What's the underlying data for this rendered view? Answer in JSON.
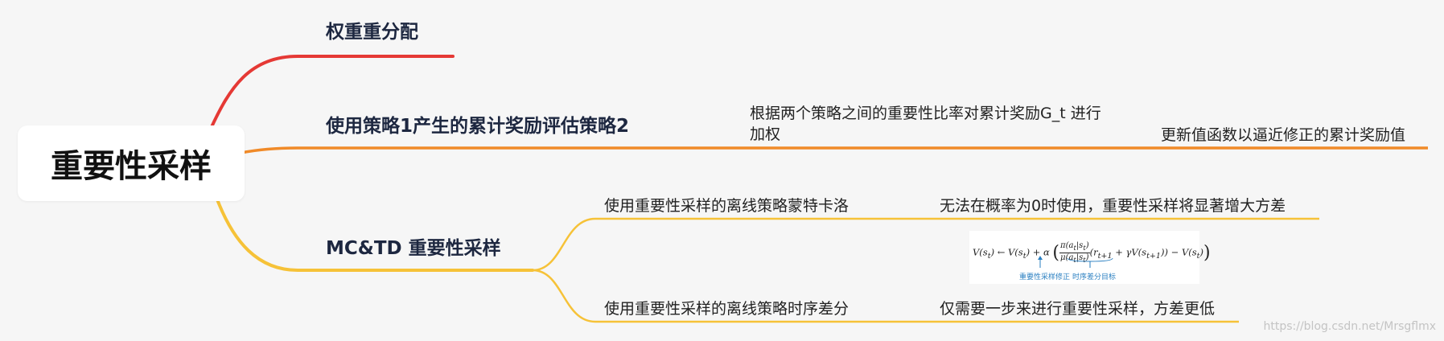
{
  "root": {
    "title": "重要性采样"
  },
  "branches": [
    {
      "title": "权重重分配",
      "color": "#e53935"
    },
    {
      "title": "使用策略1产生的累计奖励评估策略2",
      "color": "#f08a28",
      "child": {
        "text": "根据两个策略之间的重要性比率对累计奖励G_t 进行加权",
        "child": {
          "text": "更新值函数以逼近修正的累计奖励值"
        }
      }
    },
    {
      "title": "MC&TD 重要性采样",
      "color": "#f6c238",
      "children": [
        {
          "text": "使用重要性采样的离线策略蒙特卡洛",
          "child": {
            "text": "无法在概率为0时使用，重要性采样将显著增大方差"
          }
        },
        {
          "text": "使用重要性采样的离线策略时序差分",
          "child": {
            "text": "仅需要一步来进行重要性采样，方差更低"
          }
        }
      ]
    }
  ],
  "formula": {
    "lhs": "V(s",
    "annotation_left": "重要性采样修正",
    "annotation_right": "时序差分目标"
  },
  "watermark": "https://blog.csdn.net/Mrsgflmx"
}
